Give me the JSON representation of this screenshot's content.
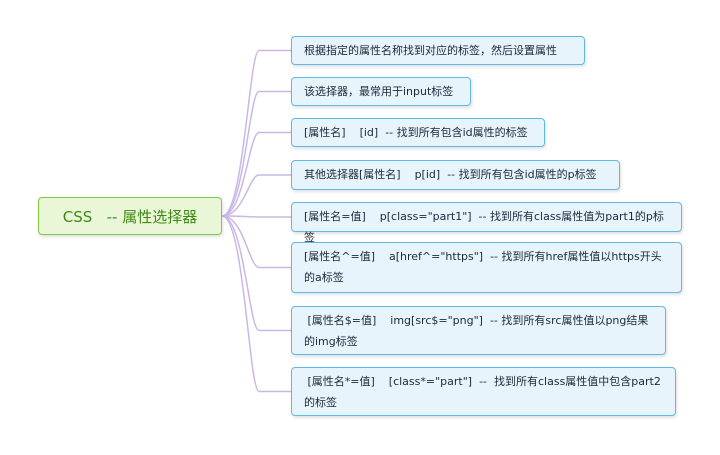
{
  "root": {
    "label": "CSS   -- 属性选择器"
  },
  "colors": {
    "root_fill": "#eaf6d8",
    "root_border": "#84c840",
    "root_text": "#3f8a12",
    "node_fill": "#e7f4fc",
    "node_border": "#5fb9e8",
    "connector": "#c9b8e6"
  },
  "branches": [
    {
      "text": "根据指定的属性名称找到对应的标签，然后设置属性"
    },
    {
      "text": "该选择器，最常用于input标签"
    },
    {
      "text": "[属性名]    [id]  -- 找到所有包含id属性的标签"
    },
    {
      "text": "其他选择器[属性名]    p[id]  -- 找到所有包含id属性的p标签"
    },
    {
      "text": "[属性名=值]    p[class=\"part1\"]  -- 找到所有class属性值为part1的p标签"
    },
    {
      "text": "[属性名^=值]    a[href^=\"https\"]  -- 找到所有href属性值以https开头的a标签"
    },
    {
      "text": " [属性名$=值]    img[src$=\"png\"]  -- 找到所有src属性值以png结果的img标签"
    },
    {
      "text": " [属性名*=值]    [class*=\"part\"]  --  找到所有class属性值中包含part2的标签"
    }
  ]
}
